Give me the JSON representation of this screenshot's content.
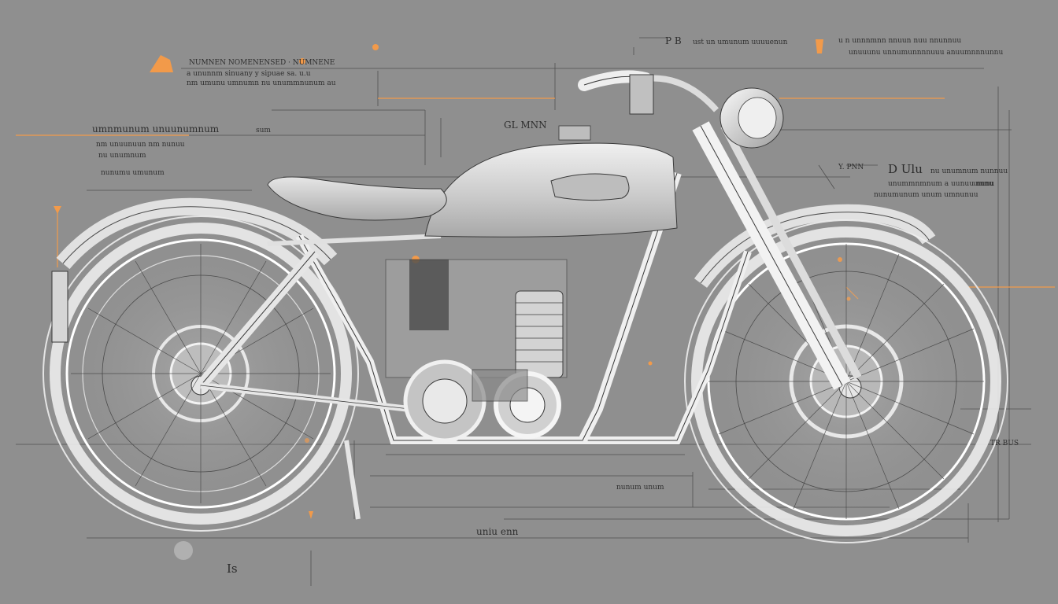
{
  "diagram": {
    "background": "#8f8f8f",
    "colors": {
      "line": "#e8e8e8",
      "line_dark": "#3a3a3a",
      "accent": "#f29a4a",
      "body_fill": "#d9d9d9"
    },
    "labels": {
      "top_left_line1": "NUMNEN NOMENENSED · NUMNENE",
      "top_left_line2": "a ununnm sinuany y sipuae sa. u.u",
      "top_left_line3": "nm umunu umnumn nu unummnunum au",
      "top_center_title": "P B",
      "top_center_line": "ust un umunum uuuuenun",
      "top_right_line1": "u n unnnmnn nnuun nuu nnunnuu",
      "top_right_line2": "unuuunu unnumunnnnuuu anuumnnnunnu",
      "left_mid_line1": "umnmunum unuunumnum",
      "left_mid_line2": "nm unuunuun nm nunuu",
      "left_mid_line3": "nu unumnum",
      "left_mid_line4": "nunumu umunum",
      "left_mid_code": "sum",
      "tank_label": "GL MNN",
      "right_code": "Y. PNN",
      "right_title": "D Ulu",
      "right_line1": "nu unumnum nunnuu",
      "right_line2": "unummnmnum a uunuu nunu",
      "right_line3": "nunumunum unum umnunuu",
      "right_small": "umnu",
      "bottom_right_label": "nunum unum",
      "bottom_center_label": "uniu enn",
      "bottom_code": "Is",
      "wheel_code": "TR BUS"
    }
  }
}
